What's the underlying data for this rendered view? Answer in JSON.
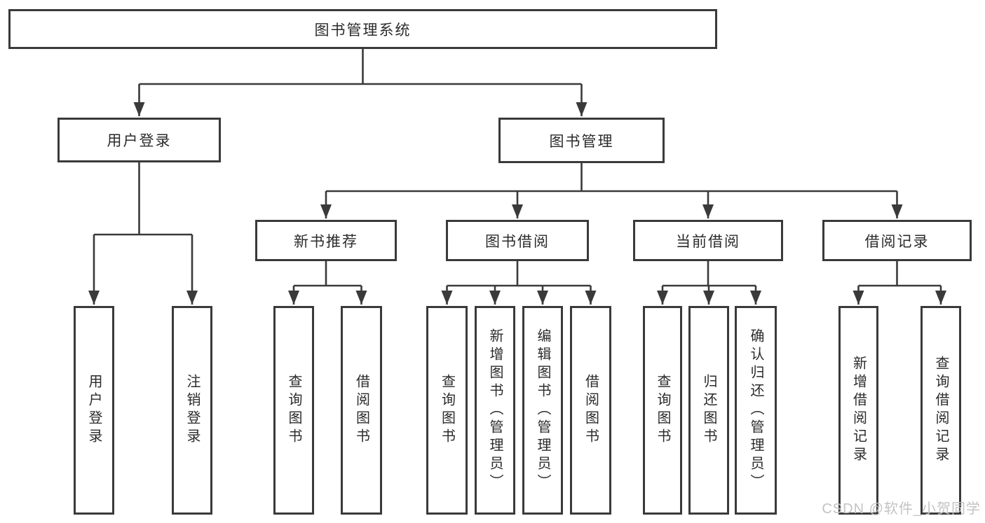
{
  "colors": {
    "line": "#3a3a3a",
    "text": "#2b2b2b",
    "watermark": "#c3c3c3",
    "background": "#ffffff"
  },
  "nodes": {
    "root": {
      "label": "图书管理系统"
    },
    "user_login": {
      "label": "用户登录"
    },
    "book_mgmt": {
      "label": "图书管理"
    },
    "new_book_rec": {
      "label": "新书推荐"
    },
    "book_borrow": {
      "label": "图书借阅"
    },
    "current_borrow": {
      "label": "当前借阅"
    },
    "borrow_records": {
      "label": "借阅记录"
    },
    "leaf_user_login": {
      "label": "用户登录"
    },
    "leaf_logout": {
      "label": "注销登录"
    },
    "leaf_nbr_query": {
      "label": "查询图书"
    },
    "leaf_nbr_borrow": {
      "label": "借阅图书"
    },
    "leaf_bb_query": {
      "label": "查询图书"
    },
    "leaf_bb_add": {
      "label": "新增图书（管理员）"
    },
    "leaf_bb_edit": {
      "label": "编辑图书（管理员）"
    },
    "leaf_bb_borrow": {
      "label": "借阅图书"
    },
    "leaf_cb_query": {
      "label": "查询图书"
    },
    "leaf_cb_return": {
      "label": "归还图书"
    },
    "leaf_cb_confirm": {
      "label": "确认归还（管理员）"
    },
    "leaf_br_add": {
      "label": "新增借阅记录"
    },
    "leaf_br_query": {
      "label": "查询借阅记录"
    }
  },
  "hierarchy": {
    "root": [
      "user_login",
      "book_mgmt"
    ],
    "user_login": [
      "leaf_user_login",
      "leaf_logout"
    ],
    "book_mgmt": [
      "new_book_rec",
      "book_borrow",
      "current_borrow",
      "borrow_records"
    ],
    "new_book_rec": [
      "leaf_nbr_query",
      "leaf_nbr_borrow"
    ],
    "book_borrow": [
      "leaf_bb_query",
      "leaf_bb_add",
      "leaf_bb_edit",
      "leaf_bb_borrow"
    ],
    "current_borrow": [
      "leaf_cb_query",
      "leaf_cb_return",
      "leaf_cb_confirm"
    ],
    "borrow_records": [
      "leaf_br_add",
      "leaf_br_query"
    ]
  },
  "watermark": {
    "text": "CSDN @软件_小贺同学"
  }
}
